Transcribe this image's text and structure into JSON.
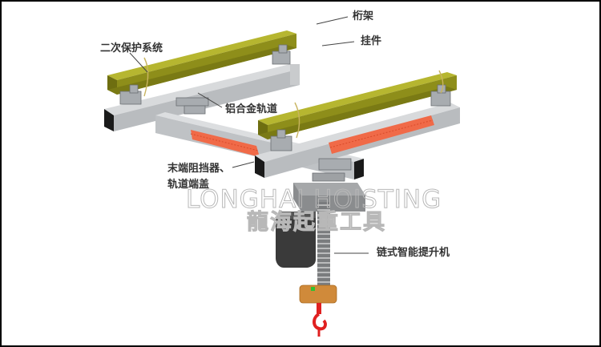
{
  "diagram": {
    "subject": "overhead aluminum-alloy rail system with intelligent chain hoist",
    "labels": {
      "truss": "桁架",
      "hanger": "挂件",
      "secondary_protection": "二次保护系统",
      "aluminum_rail": "铝合金轨道",
      "end_stop": "末端阻挡器、",
      "rail_end_cap": "轨道端盖",
      "chain_hoist": "链式智能提升机"
    },
    "watermark": {
      "english": "LONGHAI HOISTING",
      "chinese": "龍海起重工具"
    },
    "colors": {
      "truss_beam": "#9a9a1e",
      "truss_beam_dark": "#6e6e10",
      "rail": "#c9cbcd",
      "rail_dark": "#9ea1a4",
      "end_cap": "#1a1a1a",
      "cable_festoon": "#f06040",
      "hoist_body": "#8a8c8e",
      "hoist_motor": "#3a3a3a",
      "hook_block": "#d08a3a",
      "hook": "#e02020",
      "indicator": "#30c030",
      "label_text": "#333333",
      "leader_line": "#444444",
      "border": "#000000"
    }
  }
}
